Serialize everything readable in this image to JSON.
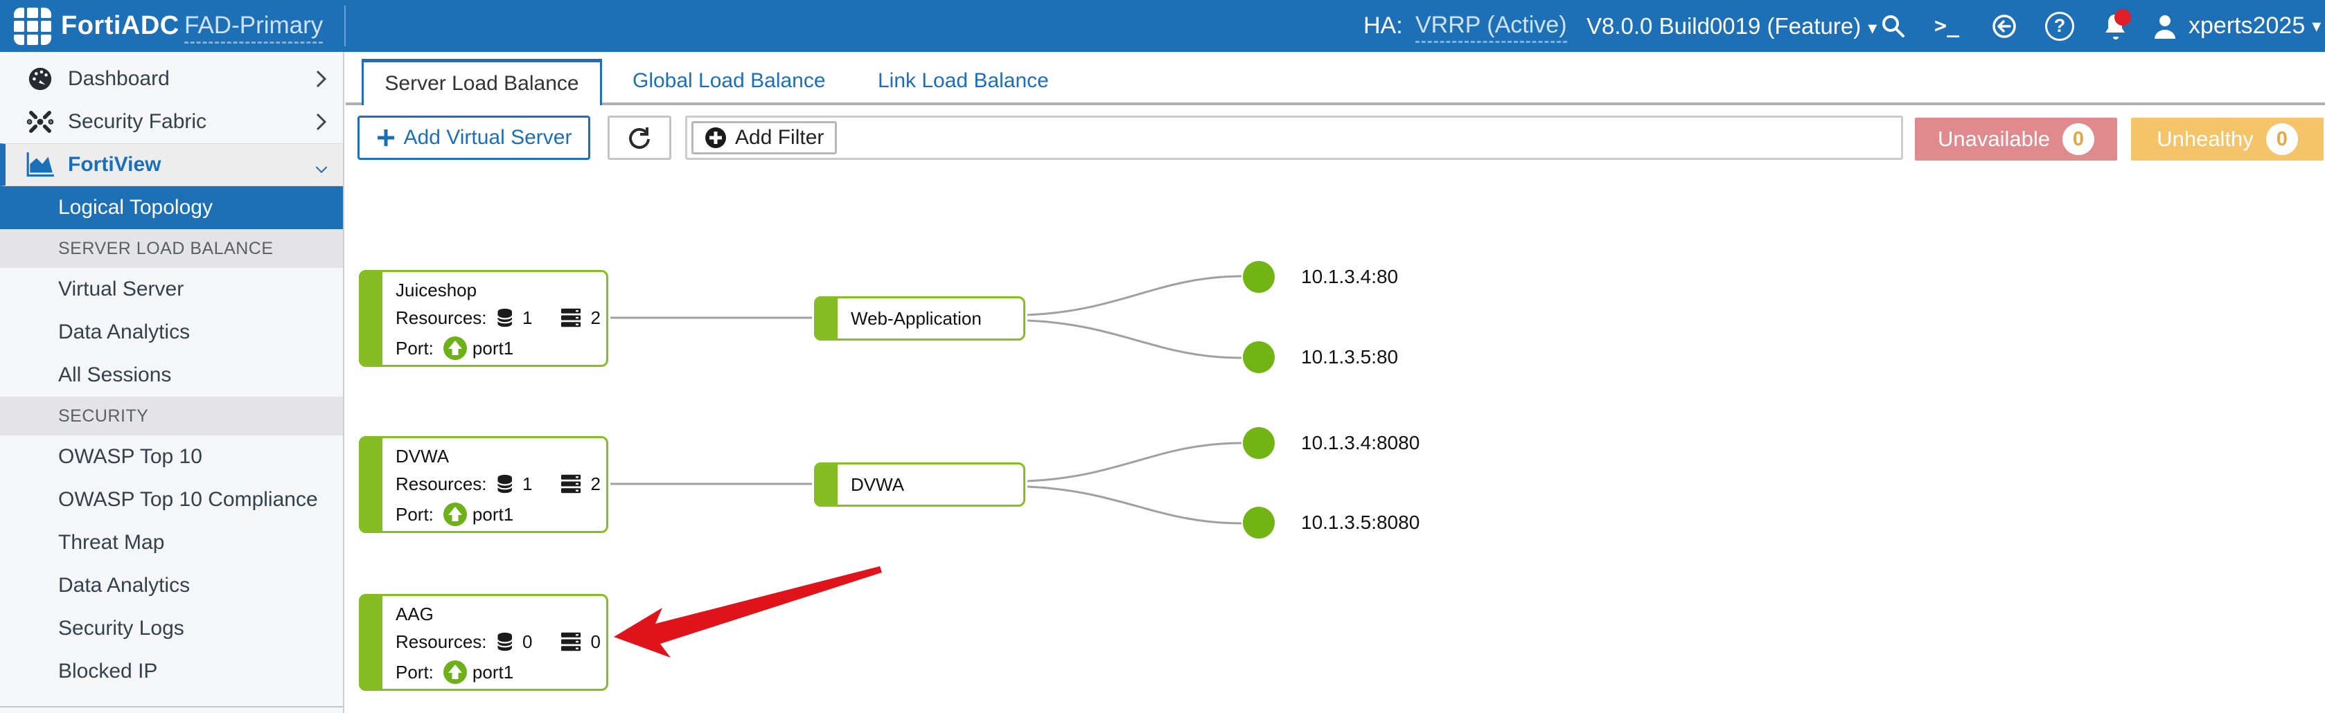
{
  "header": {
    "brand": "FortiADC",
    "device": "FAD-Primary",
    "ha_label": "HA:",
    "ha_value": "VRRP (Active)",
    "version": "V8.0.0 Build0019 (Feature)",
    "username": "xperts2025",
    "caret_glyph": "▾",
    "console_glyph": ">_",
    "help_glyph": "?"
  },
  "sidebar": {
    "items": [
      {
        "label": "Dashboard",
        "type": "top"
      },
      {
        "label": "Security Fabric",
        "type": "top"
      },
      {
        "label": "FortiView",
        "type": "top",
        "expanded": true
      },
      {
        "label": "Logical Topology",
        "type": "sub",
        "selected": true
      },
      {
        "label": "SERVER LOAD BALANCE",
        "type": "section"
      },
      {
        "label": "Virtual Server",
        "type": "sub"
      },
      {
        "label": "Data Analytics",
        "type": "sub"
      },
      {
        "label": "All Sessions",
        "type": "sub"
      },
      {
        "label": "SECURITY",
        "type": "section"
      },
      {
        "label": "OWASP Top 10",
        "type": "sub"
      },
      {
        "label": "OWASP Top 10 Compliance",
        "type": "sub"
      },
      {
        "label": "Threat Map",
        "type": "sub"
      },
      {
        "label": "Data Analytics",
        "type": "sub"
      },
      {
        "label": "Security Logs",
        "type": "sub"
      },
      {
        "label": "Blocked IP",
        "type": "sub"
      }
    ]
  },
  "tabs": [
    {
      "label": "Server Load Balance",
      "active": true
    },
    {
      "label": "Global Load Balance",
      "active": false
    },
    {
      "label": "Link Load Balance",
      "active": false
    }
  ],
  "toolbar": {
    "add_virtual_server_label": "Add Virtual Server",
    "add_filter_label": "Add Filter"
  },
  "badges": [
    {
      "label": "Unavailable",
      "count": "0",
      "color": "#e08a8e"
    },
    {
      "label": "Unhealthy",
      "count": "0",
      "color": "#f5c469"
    }
  ],
  "topology": {
    "resources_label": "Resources:",
    "port_label": "Port:",
    "virtual_servers": [
      {
        "name": "Juiceshop",
        "db_count": "1",
        "server_count": "2",
        "port": "port1"
      },
      {
        "name": "DVWA",
        "db_count": "1",
        "server_count": "2",
        "port": "port1"
      },
      {
        "name": "AAG",
        "db_count": "0",
        "server_count": "0",
        "port": "port1"
      }
    ],
    "pools": [
      {
        "name": "Web-Application"
      },
      {
        "name": "DVWA"
      }
    ],
    "real_servers": [
      {
        "address": "10.1.3.4:80"
      },
      {
        "address": "10.1.3.5:80"
      },
      {
        "address": "10.1.3.4:8080"
      },
      {
        "address": "10.1.3.5:8080"
      }
    ]
  },
  "colors": {
    "topbar_blue": "#1e70b6",
    "node_green": "#86bd22",
    "circle_green": "#72b414",
    "unavailable_red": "#e08a8e",
    "unhealthy_yellow": "#f5c469",
    "annotation_arrow_red": "#e0131b"
  }
}
